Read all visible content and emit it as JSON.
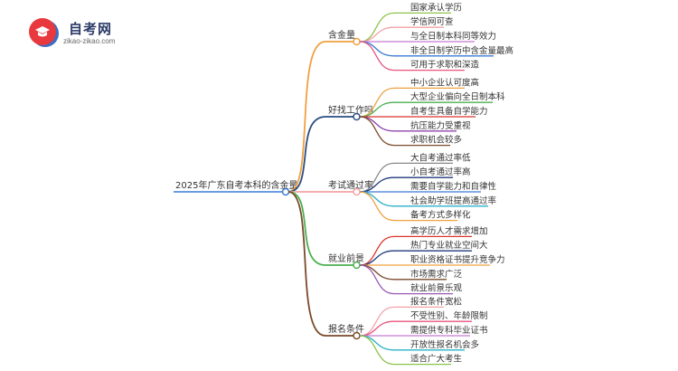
{
  "brand": {
    "title": "自考网",
    "url": "zikao-zikao.com",
    "colors": {
      "primary": "#e8393f",
      "secondary": "#3c6ec2"
    }
  },
  "mindmap": {
    "root": "2025年广东自考本科的含金量",
    "branches": [
      {
        "label": "含金量",
        "color": "#f0a040",
        "children": [
          {
            "label": "国家承认学历",
            "color": "#8bc34a"
          },
          {
            "label": "学信网可查",
            "color": "#f3a3a6"
          },
          {
            "label": "与全日制本科同等效力",
            "color": "#c27bd1"
          },
          {
            "label": "非全日制学历中含金量最高",
            "color": "#3a7bd5"
          },
          {
            "label": "可用于求职和深造",
            "color": "#e75480"
          }
        ]
      },
      {
        "label": "好找工作吗",
        "color": "#2a4d80",
        "children": [
          {
            "label": "中小企业认可度高",
            "color": "#f0a040"
          },
          {
            "label": "大型企业偏向全日制本科",
            "color": "#4caf50"
          },
          {
            "label": "自考生具备自学能力",
            "color": "#d9342b"
          },
          {
            "label": "抗压能力受重视",
            "color": "#8e44ad"
          },
          {
            "label": "求职机会较多",
            "color": "#7a4a2a"
          }
        ]
      },
      {
        "label": "考试通过率",
        "color": "#f3a3a6",
        "children": [
          {
            "label": "大自考通过率低",
            "color": "#888888"
          },
          {
            "label": "小自考通过率高",
            "color": "#1f3a7a"
          },
          {
            "label": "需要自学能力和自律性",
            "color": "#3a7bd5"
          },
          {
            "label": "社会助学班提高通过率",
            "color": "#2ab0c8"
          },
          {
            "label": "备考方式多样化",
            "color": "#f0a040"
          }
        ]
      },
      {
        "label": "就业前景",
        "color": "#4caf50",
        "children": [
          {
            "label": "高学历人才需求增加",
            "color": "#d9342b"
          },
          {
            "label": "热门专业就业空间大",
            "color": "#1f3a7a"
          },
          {
            "label": "职业资格证书提升竞争力",
            "color": "#f0a040"
          },
          {
            "label": "市场需求广泛",
            "color": "#7a4a2a"
          },
          {
            "label": "就业前景乐观",
            "color": "#9b59b6"
          }
        ]
      },
      {
        "label": "报名条件",
        "color": "#7a4a2a",
        "children": [
          {
            "label": "报名条件宽松",
            "color": "#f3a3a6"
          },
          {
            "label": "不受性别、年龄限制",
            "color": "#e75480"
          },
          {
            "label": "需提供专科毕业证书",
            "color": "#c27bd1"
          },
          {
            "label": "开放性报名机会多",
            "color": "#2ab0c8"
          },
          {
            "label": "适合广大考生",
            "color": "#8bc34a"
          }
        ]
      }
    ]
  }
}
